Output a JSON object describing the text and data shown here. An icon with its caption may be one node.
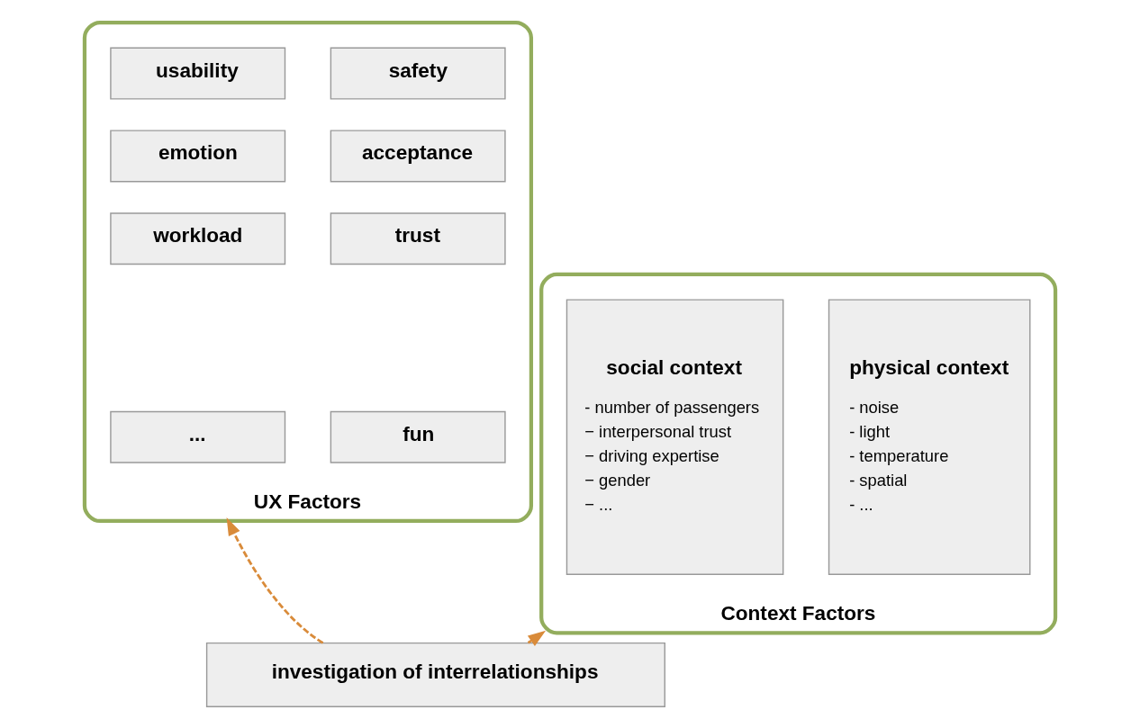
{
  "diagram": {
    "nodes": [
      {
        "text": [
          "UX Factors"
        ]
      },
      {
        "text": [
          "safety"
        ],
        "in": 0
      },
      {
        "text": [
          "usability"
        ],
        "in": 0
      },
      {
        "text": [
          "acceptance"
        ],
        "in": 0
      },
      {
        "text": [
          "emotion"
        ],
        "in": 0
      },
      {
        "text": [
          "trust"
        ],
        "in": 0
      },
      {
        "text": [
          "workload"
        ],
        "in": 0
      },
      {
        "text": [
          "fun"
        ],
        "in": 0
      },
      {
        "text": [
          "..."
        ],
        "in": 0
      },
      {
        "text": [
          "Context Factors"
        ]
      },
      {
        "text": [
          "physical context",
          "- noise",
          "- light",
          "- temperature",
          "- spatial",
          "- ..."
        ],
        "in": 9
      },
      {
        "text": [
          "social context",
          "- number of passengers",
          "− interpersonal trust",
          "− driving expertise",
          "− gender",
          "− ..."
        ],
        "in": 9
      },
      {
        "text": [
          "investigation of interrelationships"
        ]
      }
    ],
    "edges": [
      {
        "from": 12,
        "to": 0,
        "arrow": "to",
        "style": "dashed"
      },
      {
        "from": 12,
        "to": 9,
        "arrow": "to",
        "style": "dashed"
      }
    ]
  }
}
